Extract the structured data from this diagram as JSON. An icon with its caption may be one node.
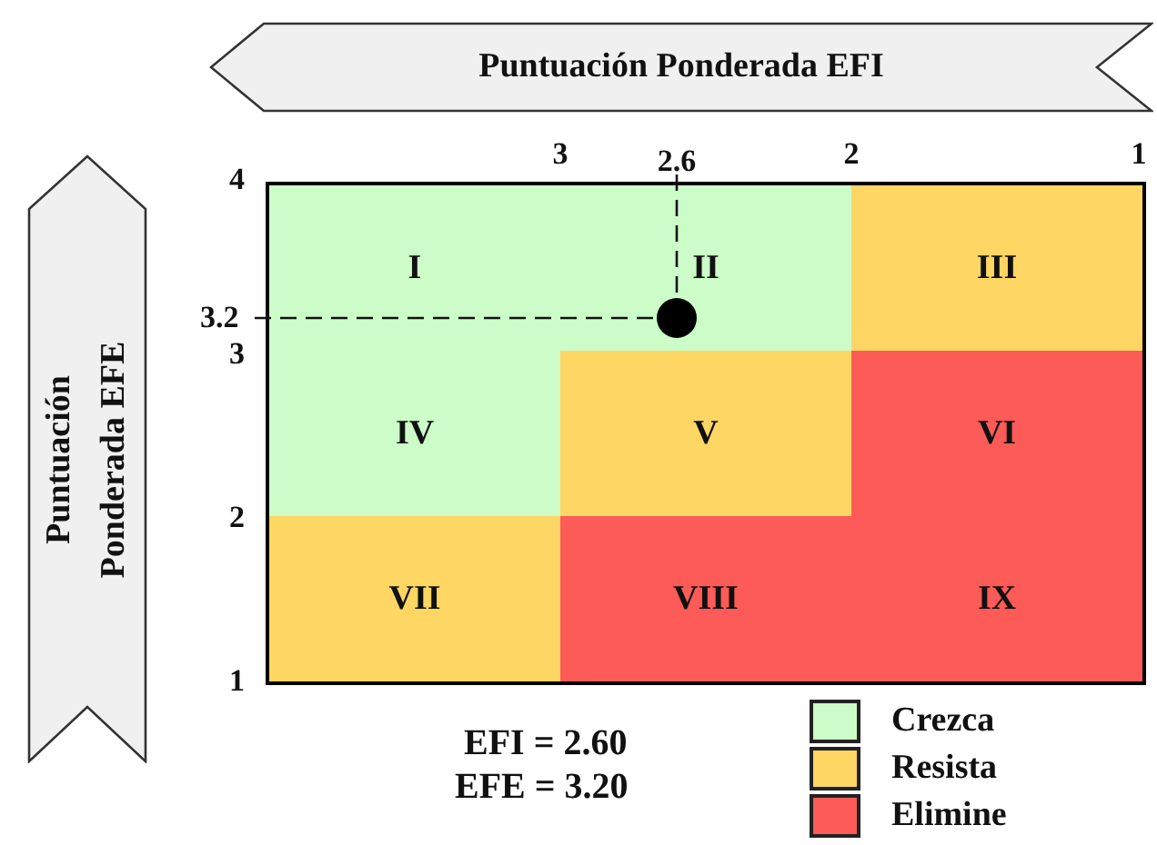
{
  "diagram": {
    "nodes": [
      {
        "text": [
          "Puntuación Ponderada EFI"
        ]
      },
      {
        "text": [
          "Puntuación Ponderada EFE"
        ]
      },
      {
        "text": [
          "I"
        ]
      },
      {
        "text": [
          "II"
        ]
      },
      {
        "text": [
          "III"
        ]
      },
      {
        "text": [
          "IV"
        ]
      },
      {
        "text": [
          "V"
        ]
      },
      {
        "text": [
          "VI"
        ]
      },
      {
        "text": [
          "VII"
        ]
      },
      {
        "text": [
          "VIII"
        ]
      },
      {
        "text": [
          "IX"
        ]
      },
      {
        "text": [],
        "shape": "circle",
        "in": 3
      }
    ],
    "edges": [],
    "labels": [
      "3",
      "2.6",
      "2",
      "1",
      "4",
      "3.2",
      "3",
      "2",
      "1",
      "EFI = 2.60",
      "EFE = 3.20"
    ],
    "legend": [
      {
        "text": "Crezca",
        "color": "#ccfcc8"
      },
      {
        "text": "Resista",
        "color": "#fdd663"
      },
      {
        "text": "Elimine",
        "color": "#fd5b57"
      }
    ]
  }
}
